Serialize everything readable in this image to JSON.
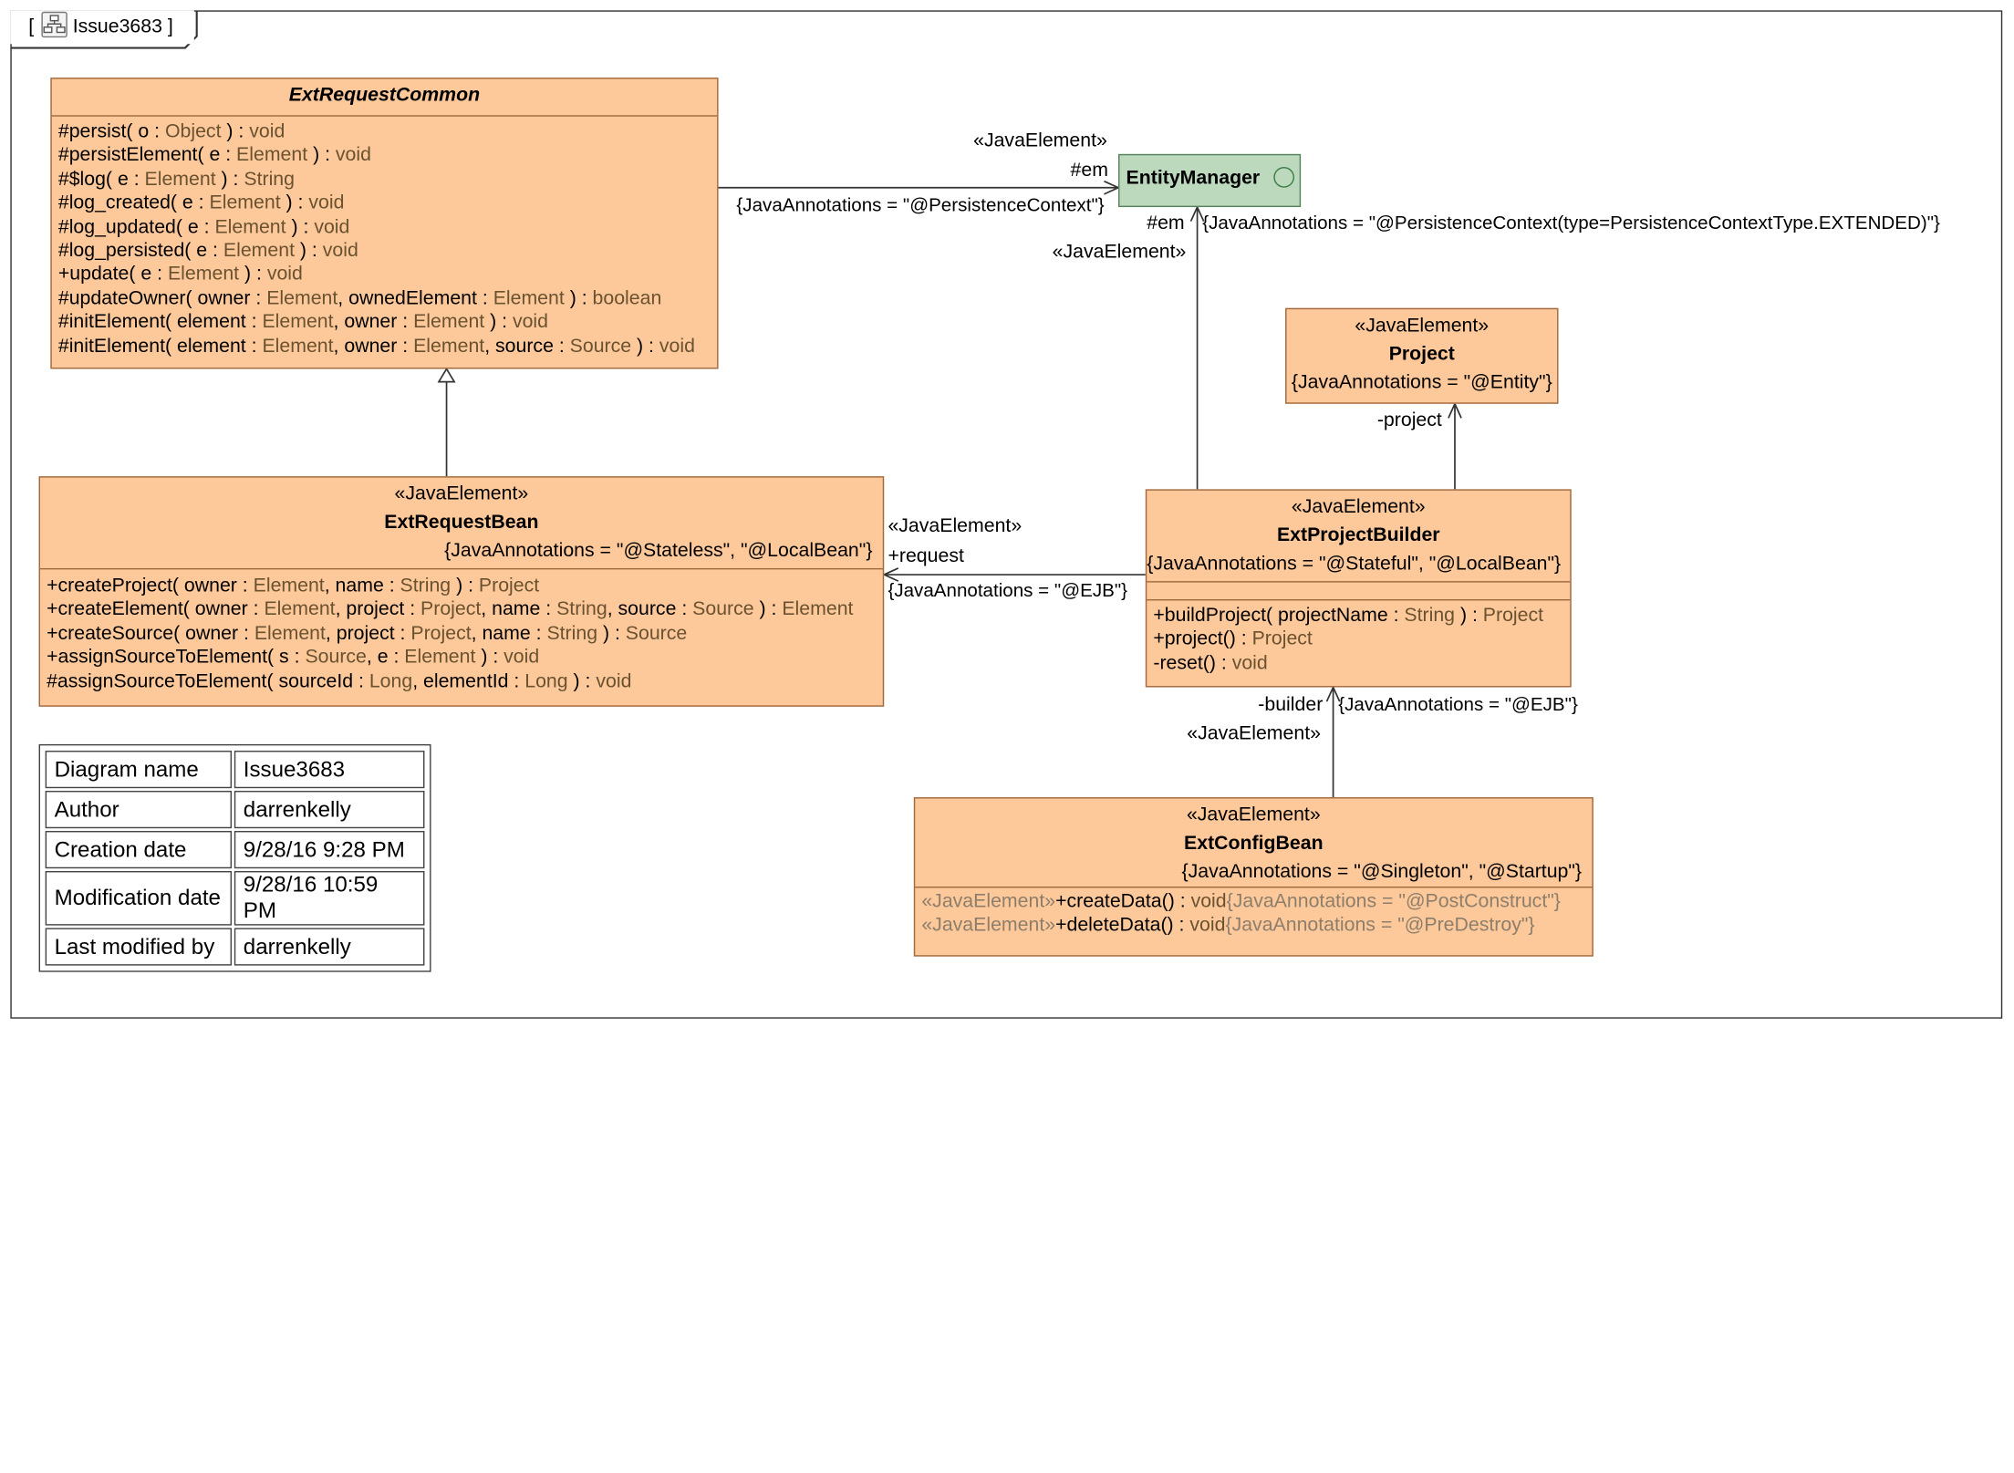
{
  "frame": {
    "prefix": "[",
    "title": "Issue3683",
    "suffix": "]",
    "icon": "class-diagram-icon"
  },
  "colors": {
    "class_fill": "#fec99a",
    "interface_fill": "#bcd9be",
    "border": "#a0693f"
  },
  "classes": {
    "ext_request_common": {
      "name": "ExtRequestCommon",
      "operations": [
        [
          {
            "t": "#persist( o : "
          },
          {
            "t": "Object",
            "c": "t"
          },
          {
            "t": " ) : "
          },
          {
            "t": "void",
            "c": "t"
          }
        ],
        [
          {
            "t": "#persistElement( e : "
          },
          {
            "t": "Element",
            "c": "t"
          },
          {
            "t": " ) : "
          },
          {
            "t": "void",
            "c": "t"
          }
        ],
        [
          {
            "t": "#$log( e : "
          },
          {
            "t": "Element",
            "c": "t"
          },
          {
            "t": " ) : "
          },
          {
            "t": "String",
            "c": "t"
          }
        ],
        [
          {
            "t": "#log_created( e : "
          },
          {
            "t": "Element",
            "c": "t"
          },
          {
            "t": " ) : "
          },
          {
            "t": "void",
            "c": "t"
          }
        ],
        [
          {
            "t": "#log_updated( e : "
          },
          {
            "t": "Element",
            "c": "t"
          },
          {
            "t": " ) : "
          },
          {
            "t": "void",
            "c": "t"
          }
        ],
        [
          {
            "t": "#log_persisted( e : "
          },
          {
            "t": "Element",
            "c": "t"
          },
          {
            "t": " ) : "
          },
          {
            "t": "void",
            "c": "t"
          }
        ],
        [
          {
            "t": "+update( e : "
          },
          {
            "t": "Element",
            "c": "t"
          },
          {
            "t": " ) : "
          },
          {
            "t": "void",
            "c": "t"
          }
        ],
        [
          {
            "t": "#updateOwner( owner : "
          },
          {
            "t": "Element",
            "c": "t"
          },
          {
            "t": ", ownedElement : "
          },
          {
            "t": "Element",
            "c": "t"
          },
          {
            "t": " ) : "
          },
          {
            "t": "boolean",
            "c": "t"
          }
        ],
        [
          {
            "t": "#initElement( element : "
          },
          {
            "t": "Element",
            "c": "t"
          },
          {
            "t": ", owner : "
          },
          {
            "t": "Element",
            "c": "t"
          },
          {
            "t": " ) : "
          },
          {
            "t": "void",
            "c": "t"
          }
        ],
        [
          {
            "t": "#initElement( element : "
          },
          {
            "t": "Element",
            "c": "t"
          },
          {
            "t": ", owner : "
          },
          {
            "t": "Element",
            "c": "t"
          },
          {
            "t": ", source : "
          },
          {
            "t": "Source",
            "c": "t"
          },
          {
            "t": " ) : "
          },
          {
            "t": "void",
            "c": "t"
          }
        ]
      ]
    },
    "ext_request_bean": {
      "stereotype": "«JavaElement»",
      "name": "ExtRequestBean",
      "tag": "{JavaAnnotations = \"@Stateless\", \"@LocalBean\"}",
      "operations": [
        [
          {
            "t": "+createProject( owner : "
          },
          {
            "t": "Element",
            "c": "t"
          },
          {
            "t": ", name : "
          },
          {
            "t": "String",
            "c": "t"
          },
          {
            "t": " ) : "
          },
          {
            "t": "Project",
            "c": "t"
          }
        ],
        [
          {
            "t": "+createElement( owner : "
          },
          {
            "t": "Element",
            "c": "t"
          },
          {
            "t": ", project : "
          },
          {
            "t": "Project",
            "c": "t"
          },
          {
            "t": ", name : "
          },
          {
            "t": "String",
            "c": "t"
          },
          {
            "t": ", source : "
          },
          {
            "t": "Source",
            "c": "t"
          },
          {
            "t": " ) : "
          },
          {
            "t": "Element",
            "c": "t"
          }
        ],
        [
          {
            "t": "+createSource( owner : "
          },
          {
            "t": "Element",
            "c": "t"
          },
          {
            "t": ", project : "
          },
          {
            "t": "Project",
            "c": "t"
          },
          {
            "t": ", name : "
          },
          {
            "t": "String",
            "c": "t"
          },
          {
            "t": " ) : "
          },
          {
            "t": "Source",
            "c": "t"
          }
        ],
        [
          {
            "t": "+assignSourceToElement( s : "
          },
          {
            "t": "Source",
            "c": "t"
          },
          {
            "t": ", e : "
          },
          {
            "t": "Element",
            "c": "t"
          },
          {
            "t": " ) : "
          },
          {
            "t": "void",
            "c": "t"
          }
        ],
        [
          {
            "t": "#assignSourceToElement( sourceId : "
          },
          {
            "t": "Long",
            "c": "t"
          },
          {
            "t": ", elementId : "
          },
          {
            "t": "Long",
            "c": "t"
          },
          {
            "t": " ) : "
          },
          {
            "t": "void",
            "c": "t"
          }
        ]
      ]
    },
    "entity_manager": {
      "name": "EntityManager",
      "icon": "interface-circle-icon"
    },
    "project": {
      "stereotype": "«JavaElement»",
      "name": "Project",
      "tag": "{JavaAnnotations = \"@Entity\"}"
    },
    "ext_project_builder": {
      "stereotype": "«JavaElement»",
      "name": "ExtProjectBuilder",
      "tag": "{JavaAnnotations = \"@Stateful\", \"@LocalBean\"}",
      "operations": [
        [
          {
            "t": "+buildProject( projectName : "
          },
          {
            "t": "String",
            "c": "t"
          },
          {
            "t": " ) : "
          },
          {
            "t": "Project",
            "c": "t"
          }
        ],
        [
          {
            "t": "+project() : "
          },
          {
            "t": "Project",
            "c": "t"
          }
        ],
        [
          {
            "t": "-reset() : "
          },
          {
            "t": "void",
            "c": "t"
          }
        ]
      ]
    },
    "ext_config_bean": {
      "stereotype": "«JavaElement»",
      "name": "ExtConfigBean",
      "tag": "{JavaAnnotations = \"@Singleton\", \"@Startup\"}",
      "operations": [
        [
          {
            "t": "«JavaElement»",
            "c": "g"
          },
          {
            "t": "+createData() : "
          },
          {
            "t": "void",
            "c": "t"
          },
          {
            "t": "{JavaAnnotations = \"@PostConstruct\"}",
            "c": "g"
          }
        ],
        [
          {
            "t": "«JavaElement»",
            "c": "g"
          },
          {
            "t": "+deleteData() : "
          },
          {
            "t": "void",
            "c": "t"
          },
          {
            "t": "{JavaAnnotations = \"@PreDestroy\"}",
            "c": "g"
          }
        ]
      ]
    }
  },
  "associations": {
    "common_em": {
      "stereotype": "«JavaElement»",
      "role": "#em",
      "tag": "{JavaAnnotations = \"@PersistenceContext\"}"
    },
    "builder_em": {
      "role": "#em",
      "tag": "{JavaAnnotations = \"@PersistenceContext(type=PersistenceContextType.EXTENDED)\"}",
      "stereotype": "«JavaElement»"
    },
    "builder_project": {
      "role": "-project"
    },
    "builder_request": {
      "stereotype": "«JavaElement»",
      "role": "+request",
      "tag": "{JavaAnnotations = \"@EJB\"}"
    },
    "config_builder": {
      "role": "-builder",
      "tag": "{JavaAnnotations = \"@EJB\"}",
      "stereotype": "«JavaElement»"
    }
  },
  "info_table": {
    "rows": [
      {
        "key": "Diagram name",
        "value": "Issue3683"
      },
      {
        "key": "Author",
        "value": "darrenkelly"
      },
      {
        "key": "Creation date",
        "value": "9/28/16 9:28 PM"
      },
      {
        "key": "Modification date",
        "value": "9/28/16 10:59 PM"
      },
      {
        "key": "Last modified by",
        "value": "darrenkelly"
      }
    ]
  }
}
